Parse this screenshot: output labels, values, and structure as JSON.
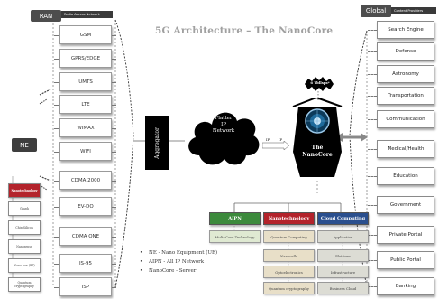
{
  "title": "5G Architecture – The NanoCore",
  "ran": {
    "tag": "RAN",
    "subtag": "Radio Access Network",
    "items": [
      "GSM",
      "GPRS/EDGE",
      "UMTS",
      "LTE",
      "WIMAX",
      "WIFI",
      "CDMA 2000",
      "EV-DO",
      "CDMA ONE",
      "IS-95",
      "ISP"
    ]
  },
  "global": {
    "tag": "Global",
    "subtag": "Content Providers",
    "services": [
      "Search Engine",
      "Defense",
      "Astronomy",
      "Transportation",
      "Communication",
      "Medical/Health",
      "Education",
      "Government",
      "Private Portal",
      "Public Portal",
      "Banking"
    ]
  },
  "core": {
    "aggregator": "Aggregator",
    "cloud_label": "Flatter\nIP\nNetwork",
    "ip1": "IP",
    "ip2": "IP",
    "nanocore": "The\nNanoCore",
    "bandwidth": "6 Tbllsps*"
  },
  "ne": {
    "tag": "NE",
    "items": [
      "Nanotechnology",
      "Graph",
      "Chip/Silicon",
      "Nanosense",
      "Nano.box (RT)",
      "Quantum cryptography"
    ]
  },
  "categories": [
    {
      "name": "AIPN",
      "color": "#3c8a3c",
      "items": [
        "Multi-Core Technology"
      ]
    },
    {
      "name": "Nanotechnology",
      "color": "#b3232b",
      "items": [
        "Quantum Computing",
        "Nanocells",
        "Optoelectronics",
        "Quantum cryptography"
      ]
    },
    {
      "name": "Cloud Computing",
      "color": "#2a4f8e",
      "items": [
        "Application",
        "Platform",
        "Infrastructure",
        "Business Cloud"
      ]
    }
  ],
  "legend": [
    "NE - Nano Equipment (UE)",
    "AIPN - All IP Network",
    "NanoCore - Server"
  ]
}
